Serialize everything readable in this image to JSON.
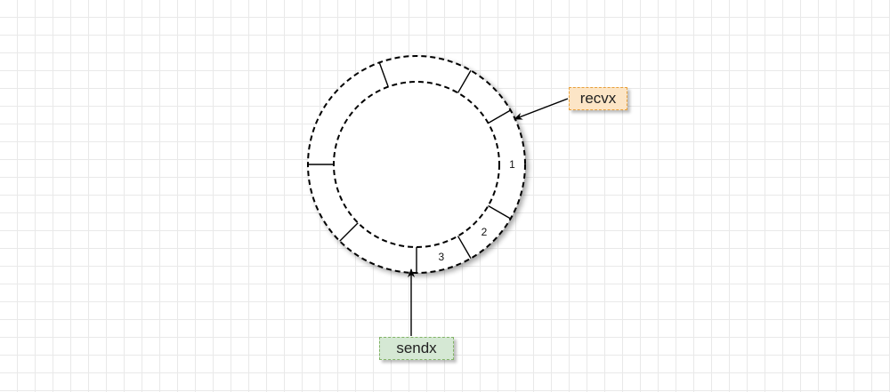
{
  "pointers": {
    "recvx": {
      "label": "recvx",
      "fill": "#fce5c6",
      "border": "#e8a03a"
    },
    "sendx": {
      "label": "sendx",
      "fill": "#d5e8d4",
      "border": "#82b366"
    }
  },
  "ring": {
    "slot_labels": [
      "1",
      "2",
      "3"
    ],
    "stroke_color": "#000000"
  }
}
